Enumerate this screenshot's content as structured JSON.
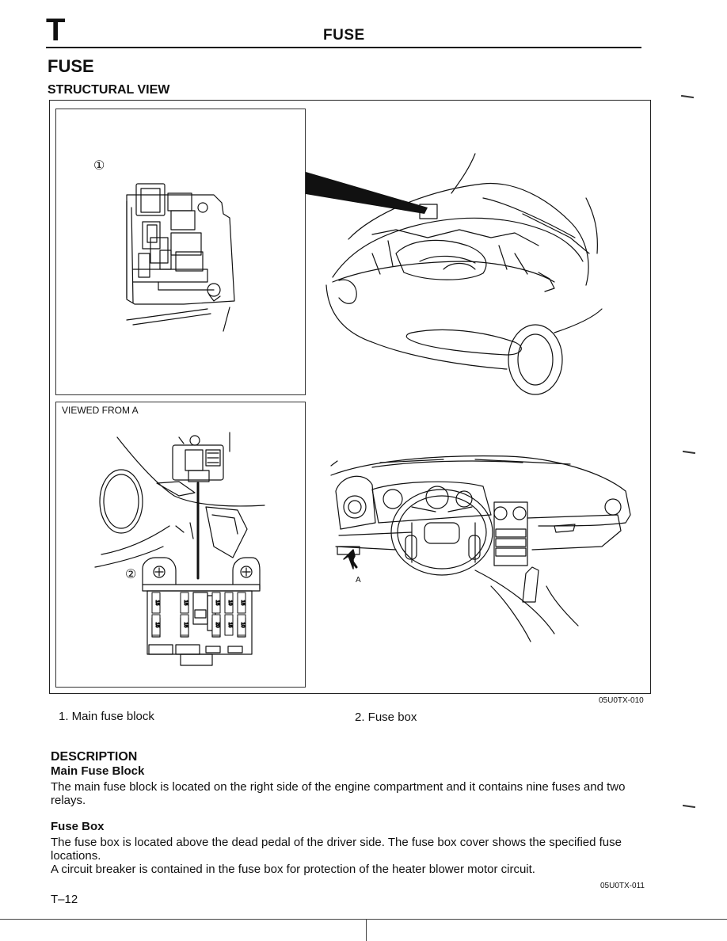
{
  "header": {
    "section_letter": "T",
    "title": "FUSE"
  },
  "page": {
    "title": "FUSE",
    "section_title": "STRUCTURAL VIEW",
    "page_number": "T–12"
  },
  "figure": {
    "label_circled_1": "①",
    "label_circled_2": "②",
    "viewed_from_label": "VIEWED FROM A",
    "arrow_label": "A",
    "figure_code": "05U0TX-010",
    "captions": [
      "1. Main fuse block",
      "2. Fuse box"
    ],
    "fuse_ratings": [
      "15",
      "15",
      "10",
      "15",
      "15",
      "15",
      "15",
      "10",
      "15",
      "20"
    ]
  },
  "description": {
    "heading": "DESCRIPTION",
    "main_fuse_block": {
      "heading": "Main Fuse Block",
      "text": "The main fuse block is located on the right side of the engine compartment and it contains nine fuses and two relays."
    },
    "fuse_box": {
      "heading": "Fuse Box",
      "text_1": "The fuse box is located above the dead pedal of the driver side. The fuse box cover shows the specified fuse locations.",
      "text_2": "A circuit breaker is contained in the fuse box for protection of the heater blower motor circuit."
    },
    "text_code": "05U0TX-011"
  },
  "colors": {
    "ink": "#111111",
    "paper": "#ffffff"
  }
}
